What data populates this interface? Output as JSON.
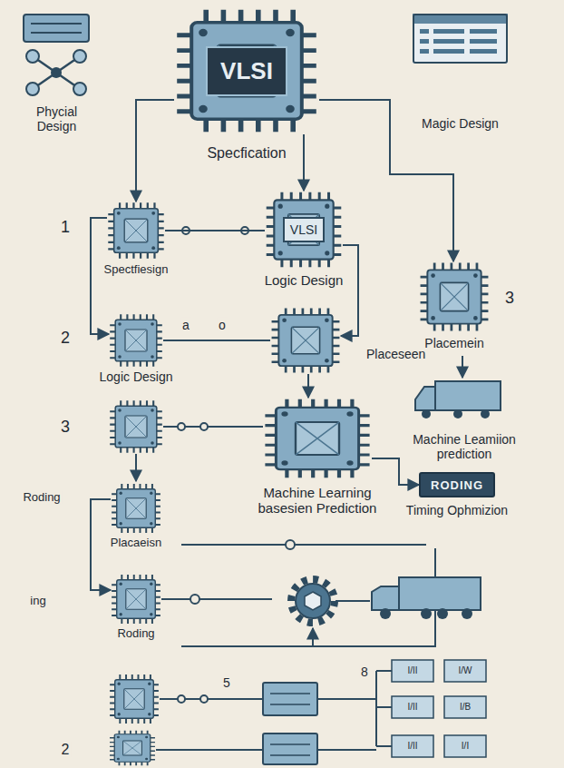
{
  "diagram": {
    "nodes": [
      {
        "text": [
          "VLSI",
          "Specfication"
        ]
      },
      {
        "text": [
          "Phycial Design"
        ]
      },
      {
        "text": [
          "Magic Design"
        ]
      },
      {
        "text": [
          "Spectfiesign"
        ]
      },
      {
        "text": [
          "VLSI",
          "Logic Design"
        ]
      },
      {
        "text": [
          "Placemein"
        ]
      },
      {
        "text": [
          "Logic Design"
        ]
      },
      {
        "text": [
          "Placeseen"
        ]
      },
      {
        "text": [
          "Machine Learning basesien Prediction"
        ]
      },
      {
        "text": [
          "RODING",
          "Timing Ophmizion"
        ]
      },
      {
        "text": [
          "Placaeisn"
        ]
      },
      {
        "text": [
          "Roding"
        ]
      }
    ],
    "edges": [
      {
        "from": 0,
        "to": 4,
        "arrow": "to"
      },
      {
        "from": 0,
        "to": 3,
        "arrow": "to"
      },
      {
        "from": 0,
        "to": 5,
        "arrow": "to"
      },
      {
        "from": 3,
        "to": 4,
        "arrow": "none"
      },
      {
        "from": 3,
        "to": 6,
        "arrow": "to"
      },
      {
        "from": 4,
        "to": 7,
        "arrow": "to"
      },
      {
        "from": 6,
        "to": 7,
        "arrow": "none"
      },
      {
        "from": 7,
        "to": 8,
        "arrow": "to"
      },
      {
        "from": 8,
        "to": 9,
        "arrow": "to"
      },
      {
        "from": 10,
        "to": 11,
        "arrow": "to"
      }
    ],
    "labels": [
      "1",
      "a",
      "o",
      "2",
      "3",
      "Machine Leamiion prediction",
      "3",
      "Roding",
      "ing",
      "8",
      "5",
      "I/II",
      "I/W",
      "I/II",
      "I/B",
      "I/II",
      "I/I",
      "2"
    ]
  }
}
